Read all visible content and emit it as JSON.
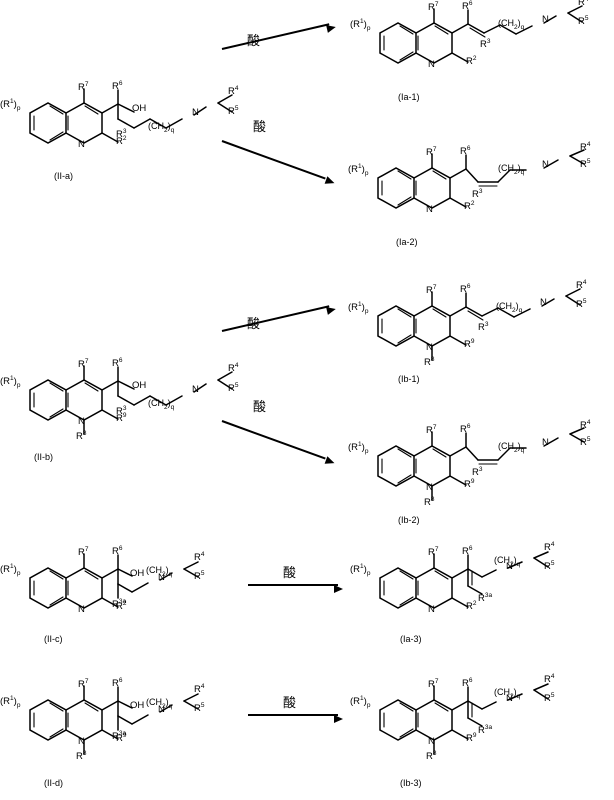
{
  "diagram": {
    "type": "chemical-reaction-scheme",
    "reaction_label": "酸",
    "substituent_labels": {
      "R1": "R",
      "R1_sup": "1",
      "R1_sub": "p",
      "R2": "R",
      "R2_sup": "2",
      "R3": "R",
      "R3_sup": "3",
      "R3a": "R",
      "R3a_sup": "3a",
      "R4": "R",
      "R4_sup": "4",
      "R5": "R",
      "R5_sup": "5",
      "R6": "R",
      "R6_sup": "6",
      "R7": "R",
      "R7_sup": "7",
      "R8": "R",
      "R8_sup": "8",
      "R9": "R",
      "R9_sup": "9",
      "OH": "OH",
      "N": "N",
      "CH2q": "(CH₂)q"
    },
    "rows": [
      {
        "reactant": {
          "name": "(II-a)",
          "core": "quinoline",
          "has_OH": true,
          "labels": [
            "(R¹)p",
            "R⁷",
            "R⁶",
            "OH",
            "R³",
            "(CH₂)q",
            "N",
            "R⁴",
            "R⁵",
            "R²"
          ]
        },
        "arrows": [
          {
            "label": "酸",
            "to": "(Ia-1)"
          },
          {
            "label": "酸",
            "to": "(Ia-2)"
          }
        ],
        "products": [
          {
            "name": "(Ia-1)",
            "core": "quinoline",
            "olefin": "E",
            "labels": [
              "(R¹)p",
              "R⁷",
              "R⁶",
              "R³",
              "(CH₂)q",
              "N",
              "R⁴",
              "R⁵",
              "R²"
            ]
          },
          {
            "name": "(Ia-2)",
            "core": "quinoline",
            "olefin": "Z",
            "labels": [
              "(R¹)p",
              "R⁷",
              "R⁶",
              "R³",
              "(CH₂)q",
              "N",
              "R⁴",
              "R⁵",
              "R²"
            ]
          }
        ]
      },
      {
        "reactant": {
          "name": "(II-b)",
          "core": "quinolinone",
          "has_OH": true,
          "labels": [
            "(R¹)p",
            "R⁷",
            "R⁶",
            "OH",
            "R³",
            "(CH₂)q",
            "N",
            "R⁴",
            "R⁵",
            "R⁹",
            "R⁸"
          ]
        },
        "arrows": [
          {
            "label": "酸",
            "to": "(Ib-1)"
          },
          {
            "label": "酸",
            "to": "(Ib-2)"
          }
        ],
        "products": [
          {
            "name": "(Ib-1)",
            "core": "quinolinone",
            "olefin": "E",
            "labels": [
              "(R¹)p",
              "R⁷",
              "R⁶",
              "R³",
              "(CH₂)q",
              "N",
              "R⁴",
              "R⁵",
              "R⁹",
              "R⁸"
            ]
          },
          {
            "name": "(Ib-2)",
            "core": "quinolinone",
            "olefin": "Z",
            "labels": [
              "(R¹)p",
              "R⁷",
              "R⁶",
              "R³",
              "(CH₂)q",
              "N",
              "R⁴",
              "R⁵",
              "R⁹",
              "R⁸"
            ]
          }
        ]
      },
      {
        "reactant": {
          "name": "(II-c)",
          "core": "quinoline",
          "has_OH": true,
          "labels": [
            "(R¹)p",
            "R⁷",
            "R⁶",
            "OH",
            "R³ᵃ",
            "(CH₂)q",
            "N",
            "R⁴",
            "R⁵",
            "R²"
          ]
        },
        "arrows": [
          {
            "label": "酸",
            "to": "(Ia-3)"
          }
        ],
        "products": [
          {
            "name": "(Ia-3)",
            "core": "quinoline",
            "olefin": "E",
            "labels": [
              "(R¹)p",
              "R⁷",
              "R⁶",
              "R³ᵃ",
              "(CH₂)q",
              "N",
              "R⁴",
              "R⁵",
              "R²"
            ]
          }
        ]
      },
      {
        "reactant": {
          "name": "(II-d)",
          "core": "quinolinone",
          "has_OH": true,
          "labels": [
            "(R¹)p",
            "R⁷",
            "R⁶",
            "OH",
            "R³ᵃ",
            "(CH₂)q",
            "N",
            "R⁴",
            "R⁵",
            "R⁹",
            "R⁸"
          ]
        },
        "arrows": [
          {
            "label": "酸",
            "to": "(Ib-3)"
          }
        ],
        "products": [
          {
            "name": "(Ib-3)",
            "core": "quinolinone",
            "olefin": "E",
            "labels": [
              "(R¹)p",
              "R⁷",
              "R⁶",
              "R³ᵃ",
              "(CH₂)q",
              "N",
              "R⁴",
              "R⁵",
              "R⁹",
              "R⁸"
            ]
          }
        ]
      }
    ],
    "structure_names": [
      "(II-a)",
      "(Ia-1)",
      "(Ia-2)",
      "(II-b)",
      "(Ib-1)",
      "(Ib-2)",
      "(II-c)",
      "(Ia-3)",
      "(II-d)",
      "(Ib-3)"
    ]
  }
}
